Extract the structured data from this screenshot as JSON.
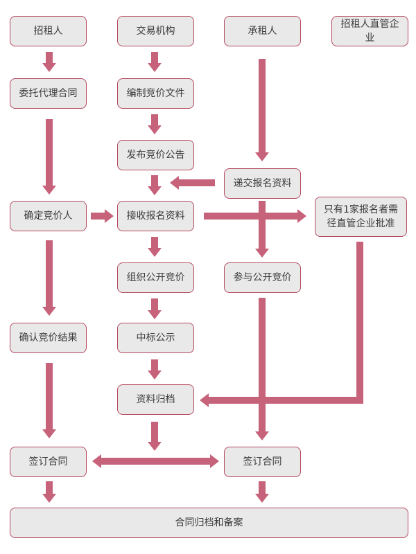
{
  "colors": {
    "arrow": "#c6627a",
    "box_border": "#b5485f",
    "box_fill": "#e9e9e9",
    "text": "#3a3a3a"
  },
  "nodes": {
    "lessor": "招租人",
    "exchange": "交易机构",
    "lessee": "承租人",
    "lessor_supervisor": "招租人直管企业",
    "entrust_agency_contract": "委托代理合同",
    "prepare_bidding_docs": "编制竞价文件",
    "publish_bidding_notice": "发布竞价公告",
    "submit_application": "递交报名资料",
    "determine_bidders": "确定竞价人",
    "receive_applications": "接收报名资料",
    "single_applicant_line1": "只有1家报名者需",
    "single_applicant_line2": "径直管企业批准",
    "organize_public_bidding": "组织公开竞价",
    "participate_public_bidding": "参与公开竞价",
    "confirm_bidding_result": "确认竞价结果",
    "award_publicity": "中标公示",
    "archive_materials": "资料归档",
    "sign_contract_lessor": "签订合同",
    "sign_contract_lessee": "签订合同",
    "contract_archive_filing": "合同归档和备案"
  }
}
